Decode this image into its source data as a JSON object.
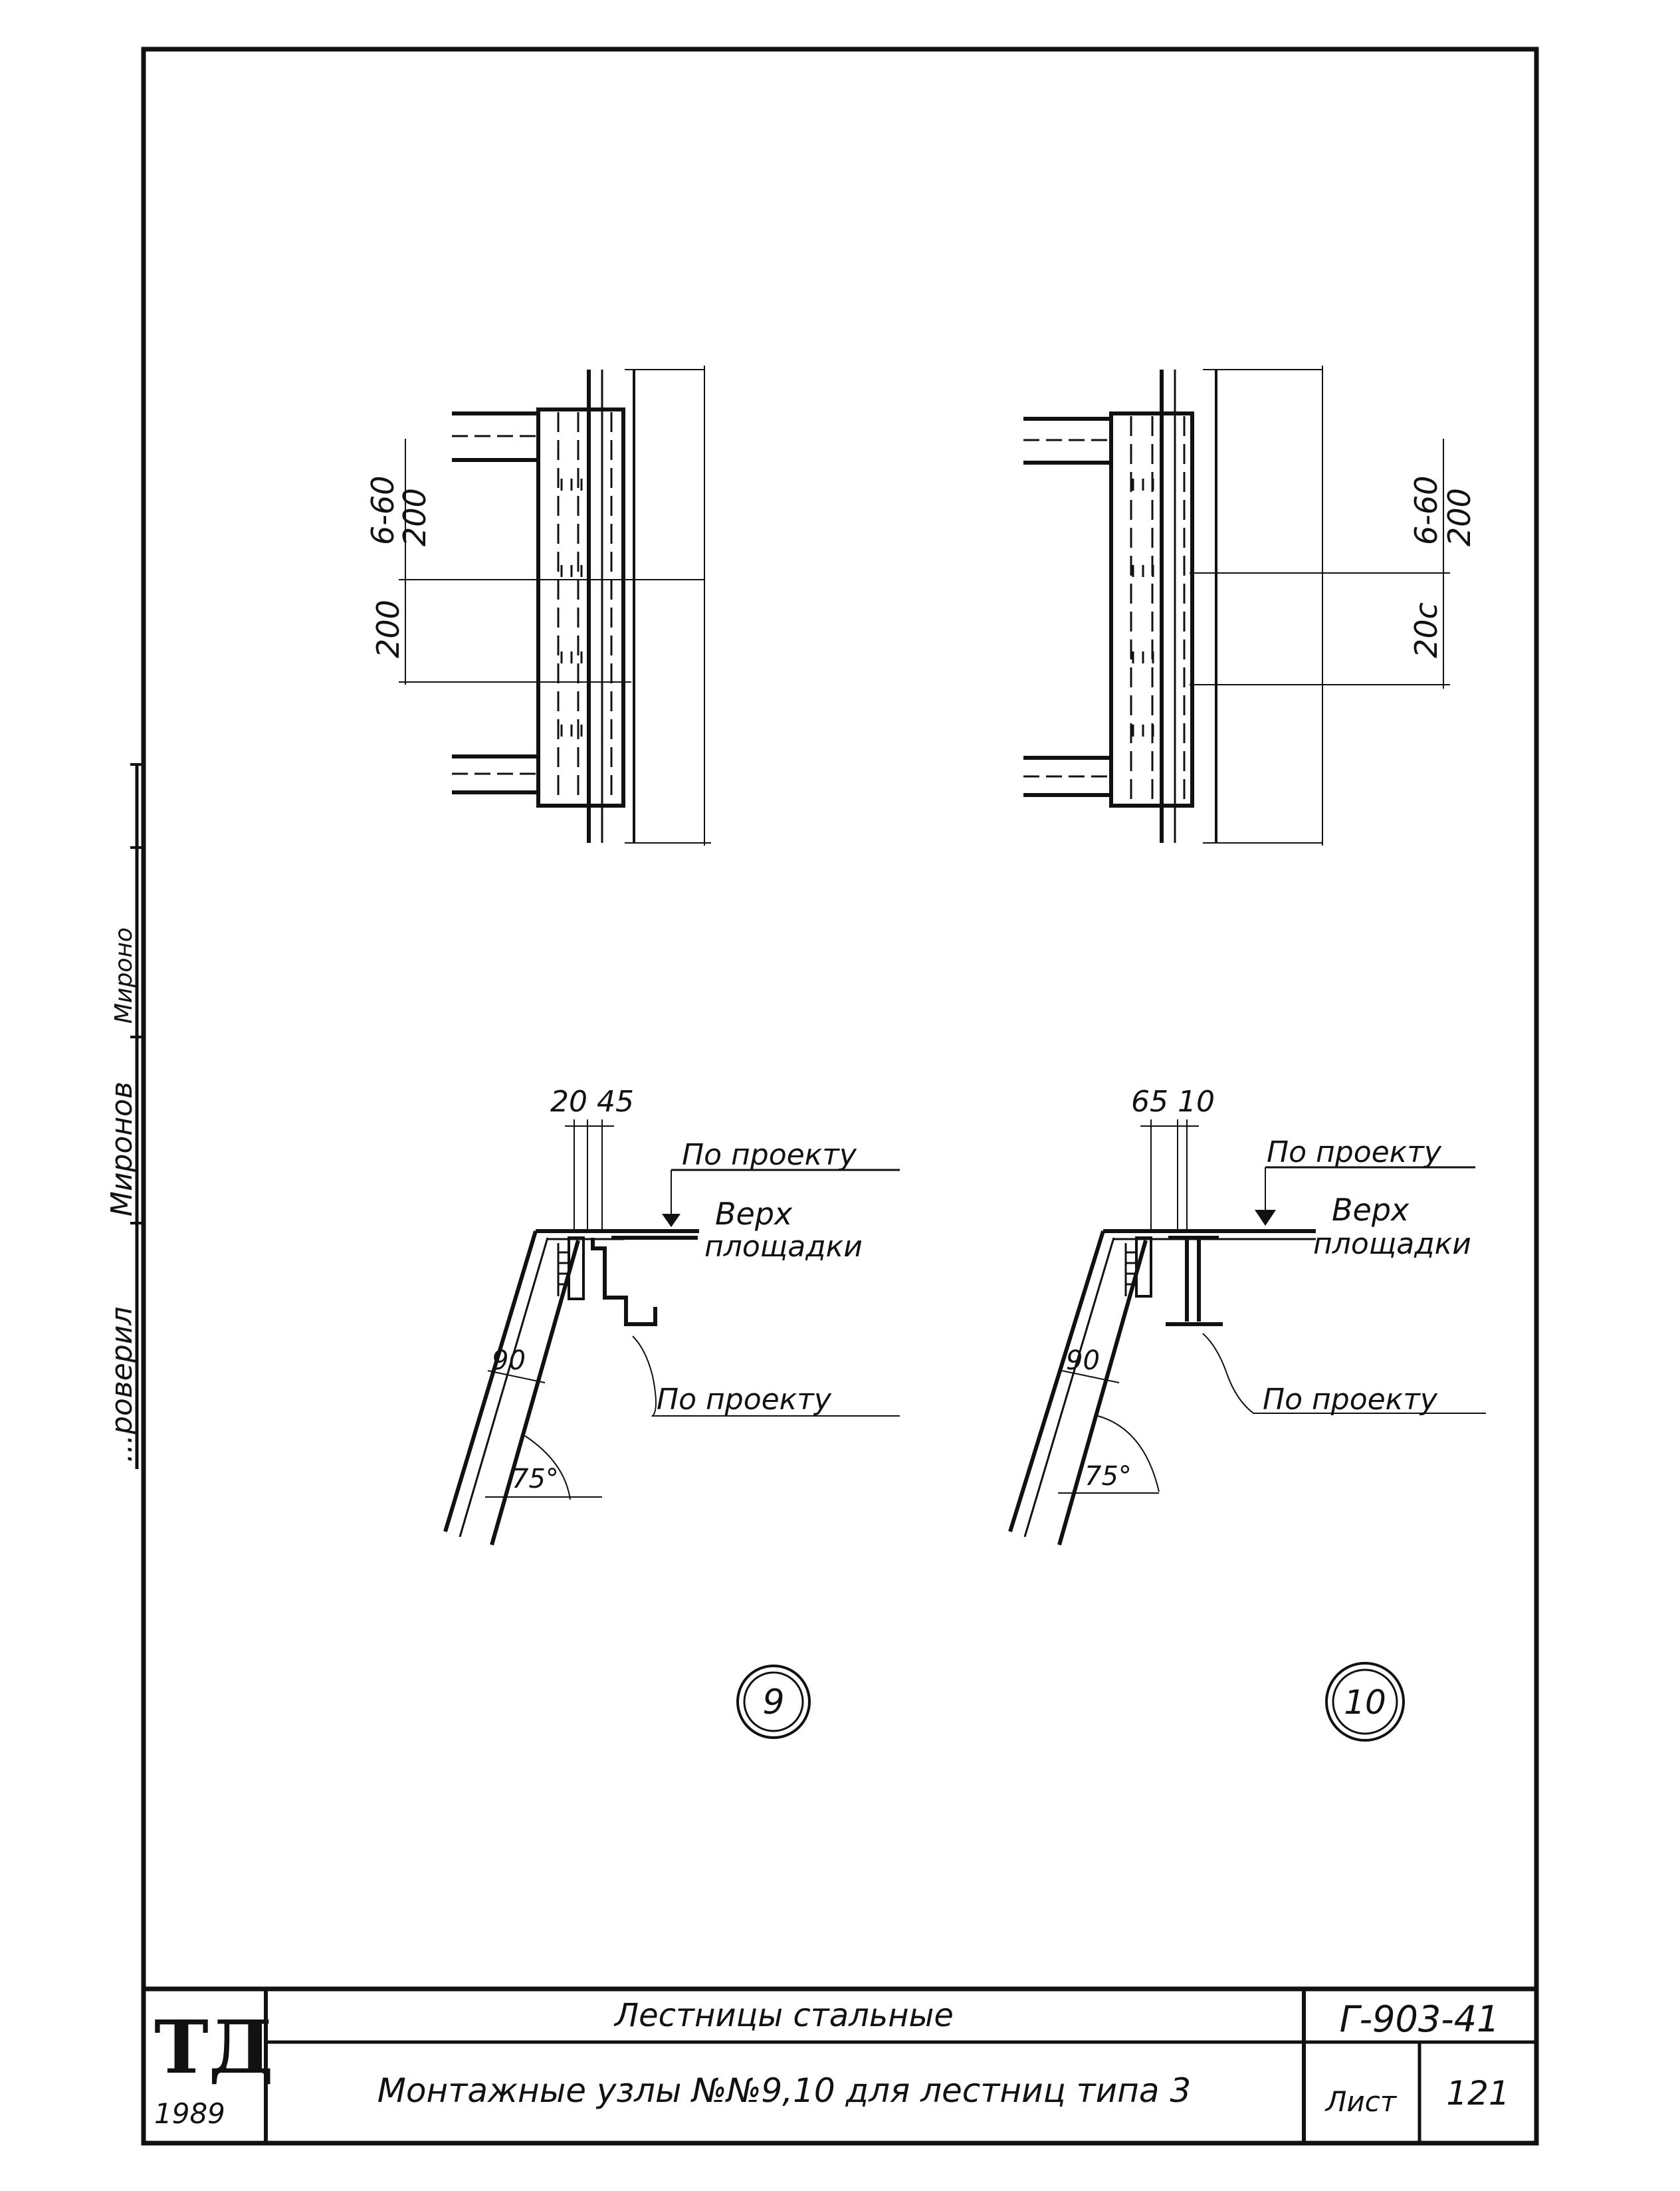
{
  "side_stamp": {
    "checked_label": "...роверил",
    "checker_name": "Миронов",
    "signature": "Мироно"
  },
  "detail_top_left": {
    "dim_top": "6-60",
    "dim_top_sub": "200",
    "dim_mid": "200"
  },
  "detail_top_right": {
    "dim_top": "6-60",
    "dim_top_sub": "200",
    "dim_mid": "20с"
  },
  "node_9": {
    "dims": "20 45",
    "note_top": "По проекту",
    "note_level_1": "Верх",
    "note_level_2": "площадки",
    "note_bottom": "По проекту",
    "dim_thickness": "90",
    "angle": "75°",
    "number": "9"
  },
  "node_10": {
    "dims": "65 10",
    "note_top": "По проекту",
    "note_level_1": "Верх",
    "note_level_2": "площадки",
    "note_bottom": "По проекту",
    "dim_thickness": "90",
    "angle": "75°",
    "number": "10"
  },
  "title_block": {
    "logo": "ТД",
    "year": "1989",
    "title": "Лестницы стальные",
    "subtitle": "Монтажные узлы №№9,10 для лестниц типа 3",
    "code": "Г-903-41",
    "sheet_label": "Лист",
    "sheet_number": "121"
  }
}
